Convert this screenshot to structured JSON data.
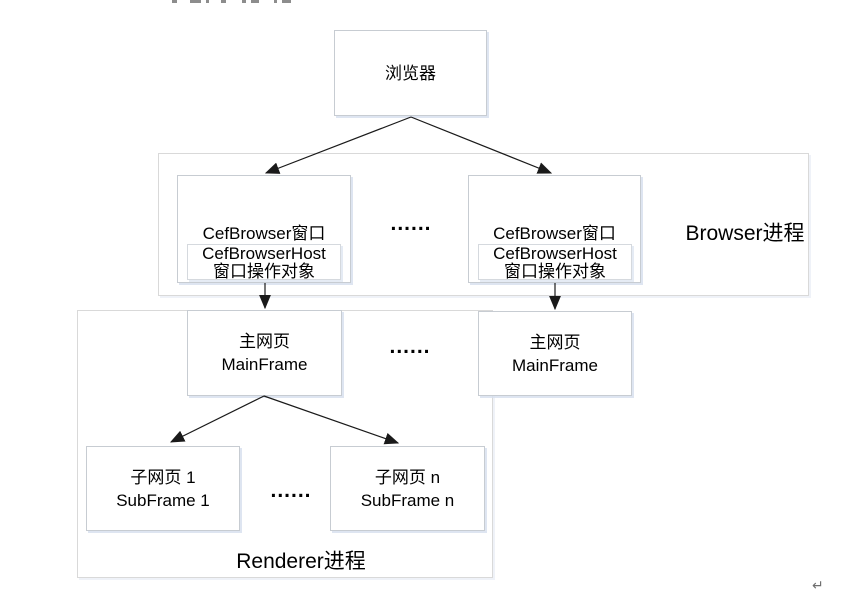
{
  "colors": {
    "background": "#ffffff",
    "box_border": "#c7ccd2",
    "container_border": "#d9d9d9",
    "box_shadow": "#d6dfee",
    "text": "#000000",
    "arrow": "#1a1a1a",
    "return_mark": "#6f6f6f"
  },
  "nodes": {
    "browser": {
      "label": "浏览器"
    },
    "cef_window_left": {
      "title": "CefBrowser窗口",
      "inner": {
        "line1": "CefBrowserHost",
        "line2": "窗口操作对象"
      }
    },
    "cef_window_right": {
      "title": "CefBrowser窗口",
      "inner": {
        "line1": "CefBrowserHost",
        "line2": "窗口操作对象"
      }
    },
    "main_frame_left": {
      "line1": "主网页",
      "line2": "MainFrame"
    },
    "main_frame_right": {
      "line1": "主网页",
      "line2": "MainFrame"
    },
    "sub_frame_1": {
      "line1": "子网页 1",
      "line2": "SubFrame 1"
    },
    "sub_frame_n": {
      "line1": "子网页 n",
      "line2": "SubFrame n"
    }
  },
  "containers": {
    "browser_process": {
      "label": "Browser进程"
    },
    "renderer_process": {
      "label": "Renderer进程"
    }
  },
  "ellipsis": "......",
  "return_mark": "↵"
}
